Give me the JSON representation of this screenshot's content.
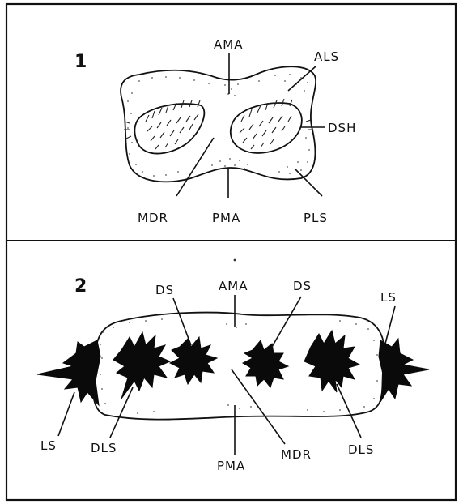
{
  "figure_1": {
    "number": "1",
    "labels": {
      "ama": "AMA",
      "als": "ALS",
      "dsh": "DSH",
      "mdr": "MDR",
      "pma": "PMA",
      "pls": "PLS"
    }
  },
  "figure_2": {
    "number": "2",
    "labels": {
      "ds_left": "DS",
      "ama": "AMA",
      "ds_right": "DS",
      "ls_right": "LS",
      "ls_left": "LS",
      "dls_left": "DLS",
      "pma": "PMA",
      "mdr": "MDR",
      "dls_right": "DLS"
    }
  }
}
